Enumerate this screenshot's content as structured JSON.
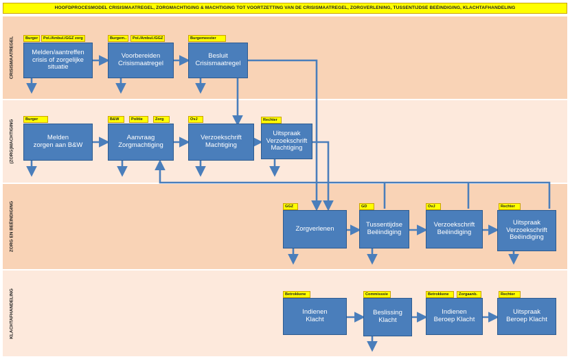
{
  "title": "HOOFDPROCESMODEL CRISISMAATREGEL, ZORGMACHTIGING & MACHTIGING TOT VOORTZETTING VAN DE CRISISMAATREGEL, ZORGVERLENING, TUSSENTIJDSE BEËINDIGING, KLACHTAFHANDELING",
  "colors": {
    "lane_dark": "#f9d3b6",
    "lane_light": "#fde9dc",
    "box_fill": "#4a7ebb",
    "tag_fill": "#ffff00",
    "arrow": "#4a7ebb"
  },
  "lanes": [
    {
      "label": "CRISISMAATREGEL"
    },
    {
      "label": "(ZORG)MACHTIGING"
    },
    {
      "label": "ZORG EN BEËINDIGING"
    },
    {
      "label": "KLACHTAFHANDELING"
    }
  ],
  "boxes": {
    "melden_crisis": "Melden/aantreffen\ncrisis of zorgelijke\nsituatie",
    "voorbereiden": "Voorbereiden\nCrisismaatregel",
    "besluit": "Besluit\nCrisismaatregel",
    "melden_zorgen": "Melden\nzorgen aan B&W",
    "aanvraag": "Aanvraag\nZorgmachtiging",
    "verzoek_machtiging": "Verzoekschrift\nMachtiging",
    "uitspraak_machtiging": "Uitspraak\nVerzoekschrift\nMachtiging",
    "zorgverlenen": "Zorgverlenen",
    "tussentijdse": "Tussentijdse\nBeëindiging",
    "verzoek_beeindiging": "Verzoekschrift\nBeëindiging",
    "uitspraak_beeindiging": "Uitspraak\nVerzoekschrift\nBeëindiging",
    "indienen_klacht": "Indienen\nKlacht",
    "beslissing_klacht": "Beslissing\nKlacht",
    "indienen_beroep": "Indienen\nBeroep Klacht",
    "uitspraak_beroep": "Uitspraak\nBeroep Klacht"
  },
  "tags": {
    "burger1": "Burger",
    "pol_ggz": "Pol./Ambul./GGZ zorg",
    "burgem": "Burgem..",
    "pol_ggz2": "Pol./Ambul./GGZ",
    "burgemeester": "Burgemeester",
    "burger2": "Burger",
    "bw": "B&W",
    "politie": "Politie",
    "zorg": "Zorg",
    "ovj1": "OvJ",
    "rechter1": "Rechter",
    "ggz": "GGZ",
    "gd": "GD",
    "ovj2": "OvJ",
    "rechter2": "Rechter",
    "betrokkene1": "Betrokkene",
    "commissie": "Commisssie",
    "betrokkene2": "Betrokkene",
    "zorgaanb": "Zorgaanb.",
    "rechter3": "Rechter"
  }
}
